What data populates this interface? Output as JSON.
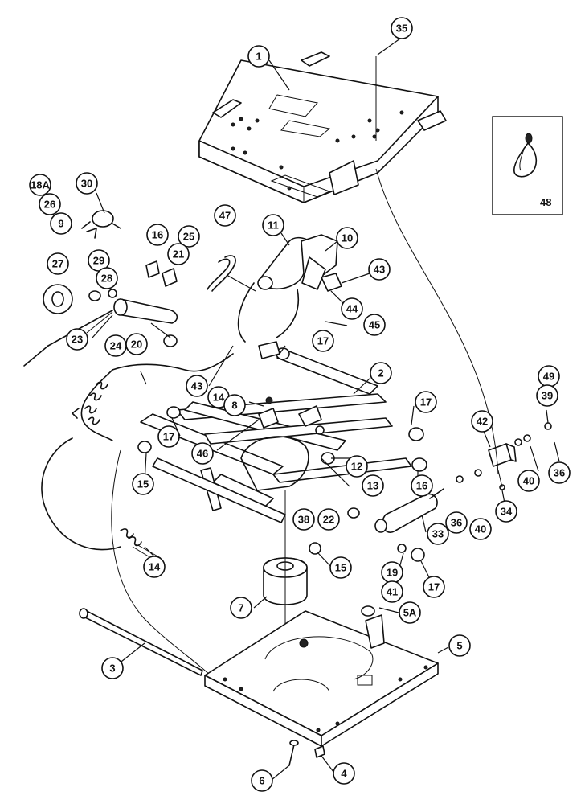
{
  "inset": {
    "label": "48"
  },
  "callouts": [
    {
      "id": "c1",
      "label": "1"
    },
    {
      "id": "c35",
      "label": "35"
    },
    {
      "id": "c18a",
      "label": "18A"
    },
    {
      "id": "c26",
      "label": "26"
    },
    {
      "id": "c9",
      "label": "9"
    },
    {
      "id": "c30",
      "label": "30"
    },
    {
      "id": "c47",
      "label": "47"
    },
    {
      "id": "c11",
      "label": "11"
    },
    {
      "id": "c10",
      "label": "10"
    },
    {
      "id": "c16a",
      "label": "16"
    },
    {
      "id": "c25",
      "label": "25"
    },
    {
      "id": "c21",
      "label": "21"
    },
    {
      "id": "c27",
      "label": "27"
    },
    {
      "id": "c29",
      "label": "29"
    },
    {
      "id": "c28",
      "label": "28"
    },
    {
      "id": "c43a",
      "label": "43"
    },
    {
      "id": "c44",
      "label": "44"
    },
    {
      "id": "c45",
      "label": "45"
    },
    {
      "id": "c17a",
      "label": "17"
    },
    {
      "id": "c23",
      "label": "23"
    },
    {
      "id": "c24",
      "label": "24"
    },
    {
      "id": "c20",
      "label": "20"
    },
    {
      "id": "c43b",
      "label": "43"
    },
    {
      "id": "c14a",
      "label": "14"
    },
    {
      "id": "c2",
      "label": "2"
    },
    {
      "id": "c49",
      "label": "49"
    },
    {
      "id": "c39",
      "label": "39"
    },
    {
      "id": "c8",
      "label": "8"
    },
    {
      "id": "c17b",
      "label": "17"
    },
    {
      "id": "c42",
      "label": "42"
    },
    {
      "id": "c17c",
      "label": "17"
    },
    {
      "id": "c46",
      "label": "46"
    },
    {
      "id": "c12",
      "label": "12"
    },
    {
      "id": "c13",
      "label": "13"
    },
    {
      "id": "c16b",
      "label": "16"
    },
    {
      "id": "c40a",
      "label": "40"
    },
    {
      "id": "c36a",
      "label": "36"
    },
    {
      "id": "c15a",
      "label": "15"
    },
    {
      "id": "c36b",
      "label": "36"
    },
    {
      "id": "c40b",
      "label": "40"
    },
    {
      "id": "c34",
      "label": "34"
    },
    {
      "id": "c38",
      "label": "38"
    },
    {
      "id": "c22",
      "label": "22"
    },
    {
      "id": "c33",
      "label": "33"
    },
    {
      "id": "c14b",
      "label": "14"
    },
    {
      "id": "c15b",
      "label": "15"
    },
    {
      "id": "c19",
      "label": "19"
    },
    {
      "id": "c41",
      "label": "41"
    },
    {
      "id": "c17d",
      "label": "17"
    },
    {
      "id": "c7",
      "label": "7"
    },
    {
      "id": "c5a",
      "label": "5A"
    },
    {
      "id": "c5",
      "label": "5"
    },
    {
      "id": "c3",
      "label": "3"
    },
    {
      "id": "c6",
      "label": "6"
    },
    {
      "id": "c4",
      "label": "4"
    }
  ]
}
